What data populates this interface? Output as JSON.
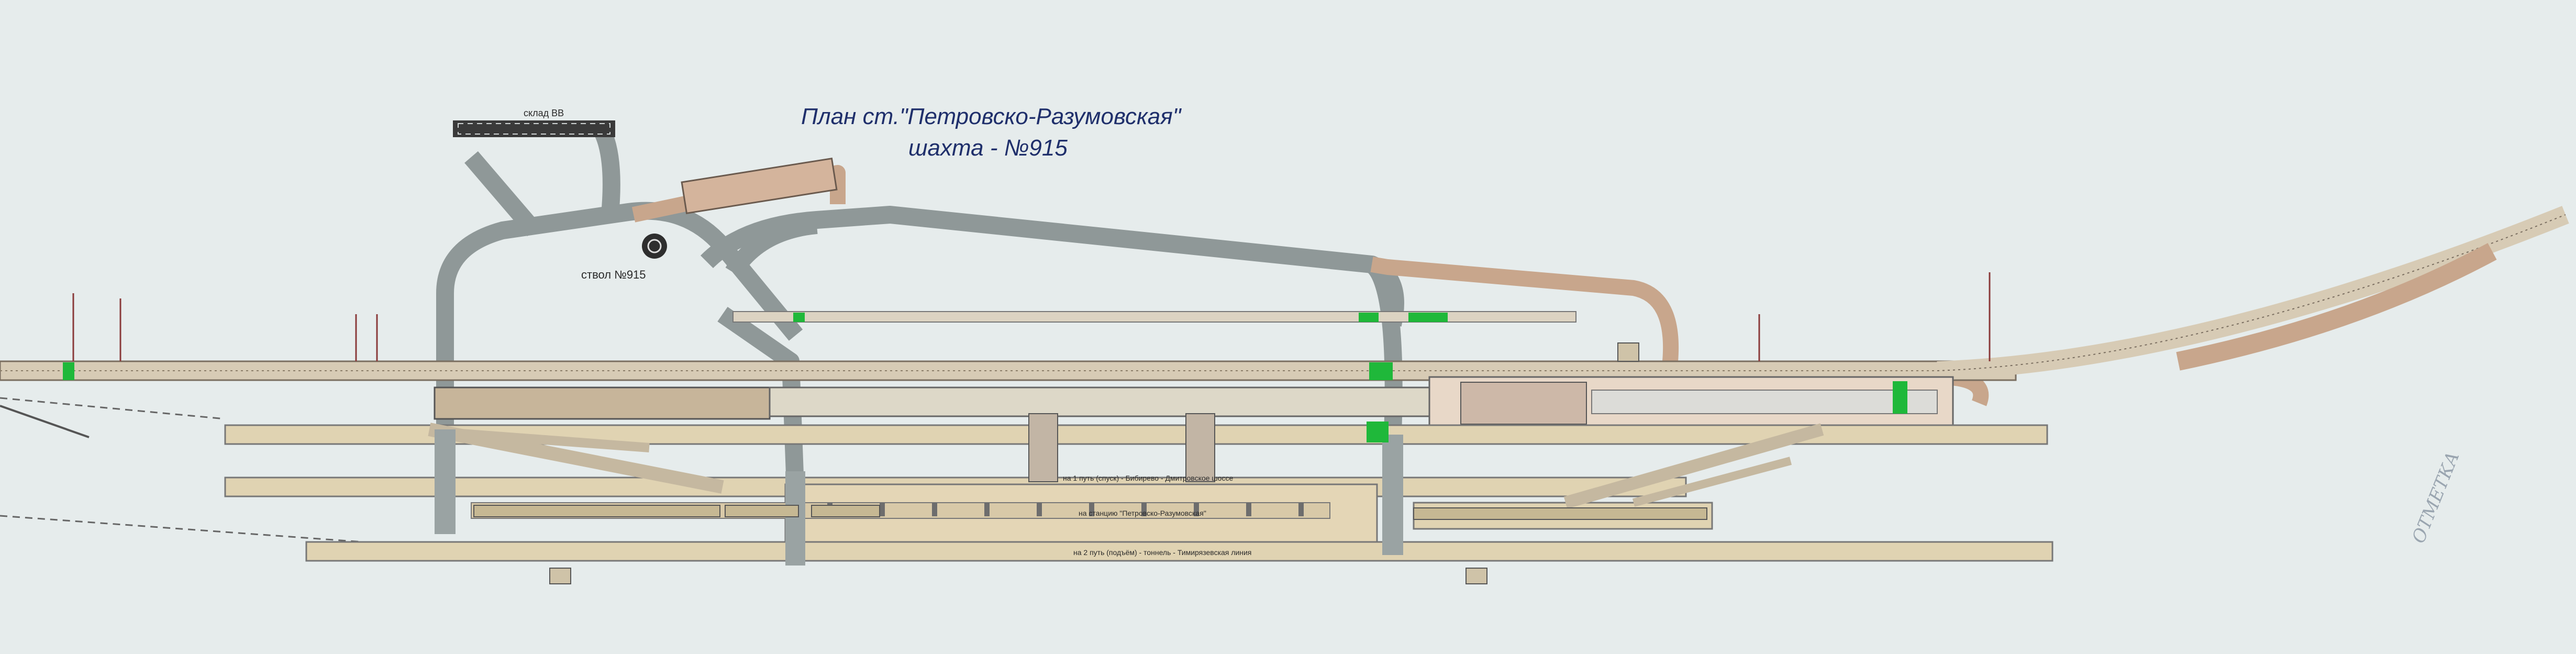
{
  "title": {
    "line1": "План ст.\"Петровско-Разумовская\"",
    "line2": "шахта - №915"
  },
  "labels": {
    "shaft": "ствол №915",
    "warehouse": "склад ВВ",
    "note_top": "на 1 путь (спуск) - Бибирево - Дмитровское шоссе",
    "note_mid": "на станцию \"Петровско-Разумовская\"",
    "note_bottom": "на 2 путь (подъём) - тоннель - Тимирязевская линия",
    "handwritten": "ОТМЕТКА"
  },
  "colors": {
    "background": "#e6ecec",
    "tunnel_gray": "#9aa3a3",
    "tunnel_brown": "#c9a48a",
    "platform_tan": "#e0d3b2",
    "green_marker": "#1fb83a",
    "line_dark": "#2a2a2a"
  }
}
